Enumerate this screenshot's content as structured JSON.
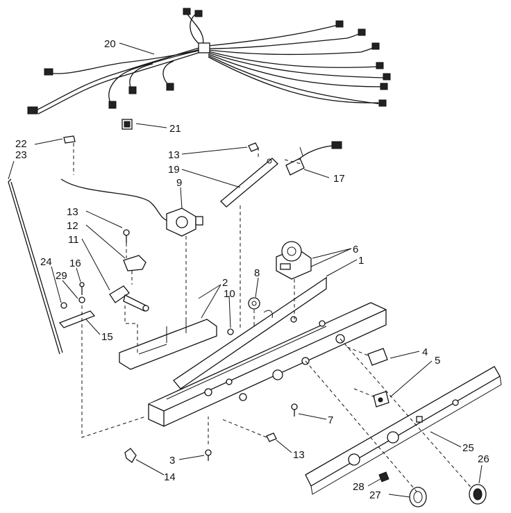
{
  "callouts": [
    "20",
    "21",
    "22",
    "23",
    "13",
    "19",
    "17",
    "9",
    "13",
    "12",
    "11",
    "24",
    "16",
    "29",
    "15",
    "6",
    "1",
    "8",
    "2",
    "10",
    "4",
    "5",
    "7",
    "13",
    "3",
    "14",
    "25",
    "26",
    "28",
    "27"
  ]
}
